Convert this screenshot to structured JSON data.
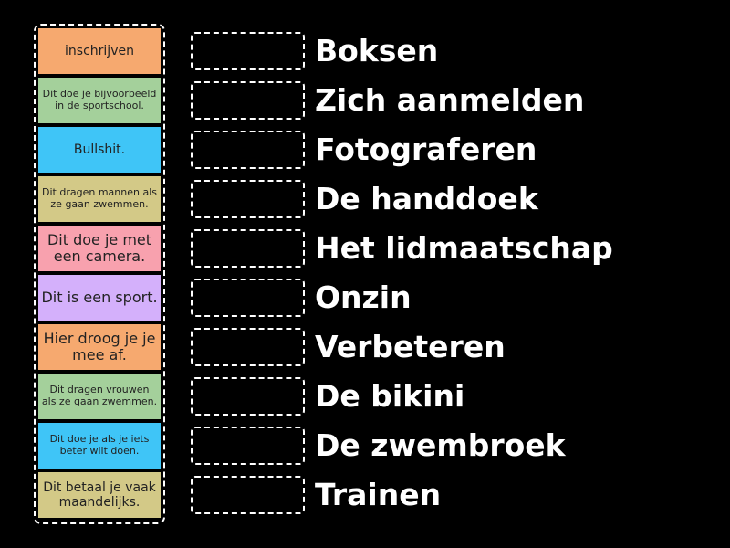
{
  "cards": [
    {
      "text": "inschrijven",
      "color": "#f6a96f",
      "size": "m"
    },
    {
      "text": "Dit doe je bijvoorbeeld in de sportschool.",
      "color": "#a4d09b",
      "size": "s"
    },
    {
      "text": "Bullshit.",
      "color": "#3fc5f7",
      "size": "m"
    },
    {
      "text": "Dit dragen mannen als ze gaan zwemmen.",
      "color": "#d3c987",
      "size": "s"
    },
    {
      "text": "Dit doe je met een camera.",
      "color": "#f8a1ae",
      "size": "l"
    },
    {
      "text": "Dit is een sport.",
      "color": "#d4b0fb",
      "size": "l"
    },
    {
      "text": "Hier droog je je mee af.",
      "color": "#f6a96f",
      "size": "l"
    },
    {
      "text": "Dit dragen vrouwen als ze gaan zwemmen.",
      "color": "#a4d09b",
      "size": "s"
    },
    {
      "text": "Dit doe je als je iets beter wilt doen.",
      "color": "#3fc5f7",
      "size": "s"
    },
    {
      "text": "Dit betaal je vaak maandelijks.",
      "color": "#d3c987",
      "size": "m"
    }
  ],
  "targets": [
    "Boksen",
    "Zich aanmelden",
    "Fotograferen",
    "De handdoek",
    "Het lidmaatschap",
    "Onzin",
    "Verbeteren",
    "De bikini",
    "De zwembroek",
    "Trainen"
  ]
}
